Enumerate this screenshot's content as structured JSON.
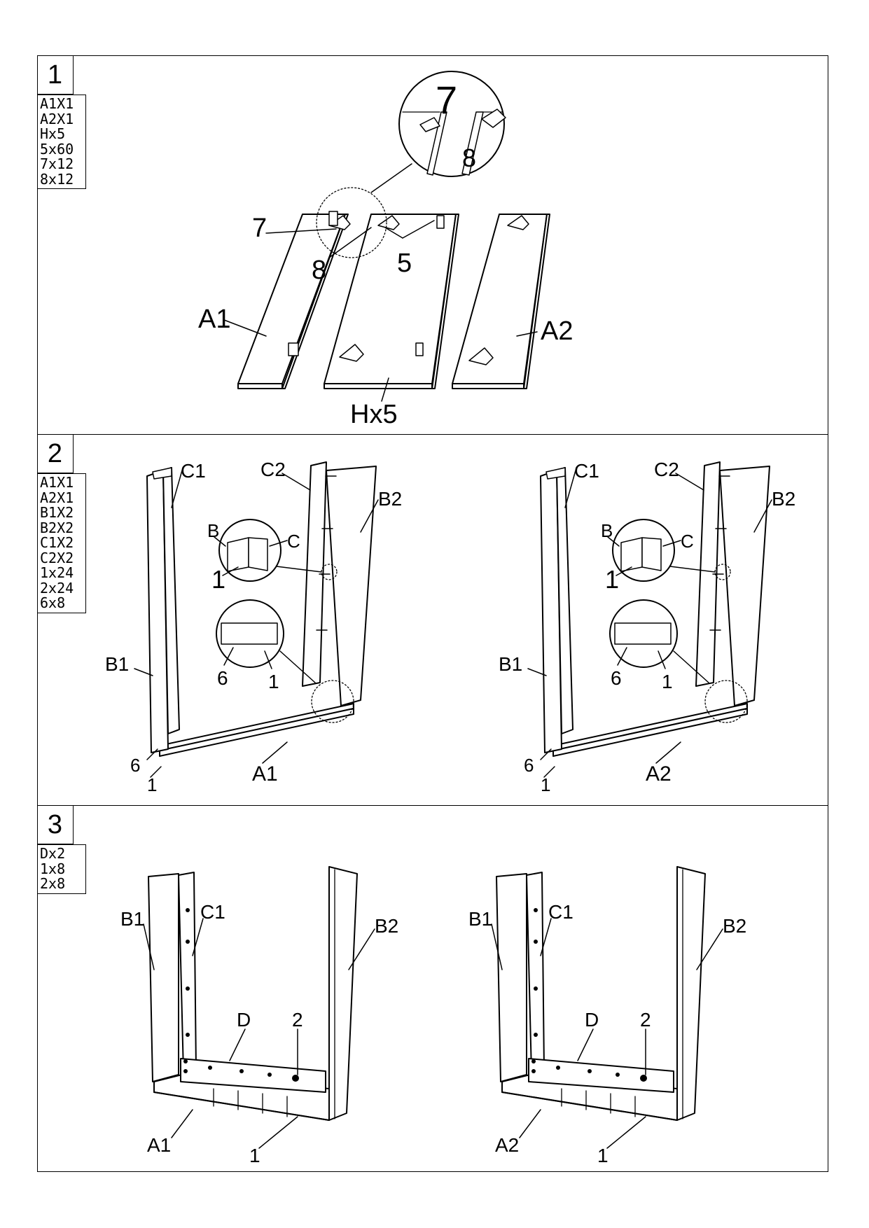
{
  "steps": [
    {
      "number": "1",
      "parts": [
        "A1X1",
        "A2X1",
        "Hx5",
        "5x60",
        "7x12",
        "8x12"
      ],
      "callouts": {
        "panel_a1": "A1",
        "panel_a2": "A2",
        "hinge": "Hx5",
        "screw_7": "7",
        "cam_8": "8",
        "dowel_5": "5",
        "zoom_7": "7",
        "zoom_8": "8"
      }
    },
    {
      "number": "2",
      "parts": [
        "A1X1",
        "A2X1",
        "B1X2",
        "B2X2",
        "C1X2",
        "C2X2",
        "1x24",
        "2x24",
        "6x8"
      ],
      "left": {
        "c1": "C1",
        "c2": "C2",
        "b1": "B1",
        "b2": "B2",
        "b": "B",
        "c": "C",
        "dowel_1a": "1",
        "cam_6": "6",
        "dowel_1b": "1",
        "base": "A1",
        "foot_6": "6",
        "foot_1": "1"
      },
      "right": {
        "c1": "C1",
        "c2": "C2",
        "b1": "B1",
        "b2": "B2",
        "b": "B",
        "c": "C",
        "dowel_1a": "1",
        "cam_6": "6",
        "dowel_1b": "1",
        "base": "A2",
        "foot_6": "6",
        "foot_1": "1"
      }
    },
    {
      "number": "3",
      "parts": [
        "Dx2",
        "1x8",
        "2x8"
      ],
      "left": {
        "b1": "B1",
        "c1": "C1",
        "b2": "B2",
        "d": "D",
        "screw_2": "2",
        "base": "A1",
        "dowel_1": "1"
      },
      "right": {
        "b1": "B1",
        "c1": "C1",
        "b2": "B2",
        "d": "D",
        "screw_2": "2",
        "base": "A2",
        "dowel_1": "1"
      }
    }
  ]
}
